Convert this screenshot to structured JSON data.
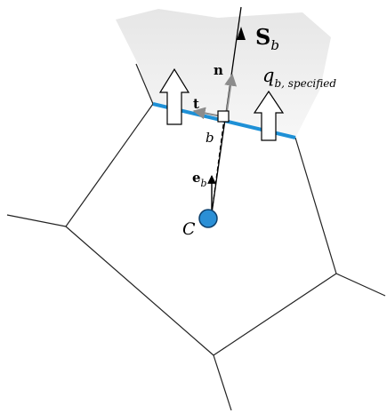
{
  "labels": {
    "surface_vector": "S",
    "surface_vector_sub": "b",
    "normal": "n",
    "tangent": "t",
    "flux": "q",
    "flux_sub": "b, specified",
    "boundary_point": "b",
    "e_vector": "e",
    "e_vector_sub": "b",
    "centroid": "C"
  },
  "colors": {
    "boundary_face": "#1e90d6",
    "centroid_fill": "#2a8fd6",
    "ghost_region": "#eeeeee",
    "cell_edges": "#222222",
    "grey_arrows": "#8c8c8c"
  },
  "icons": {
    "flux_arrow": "hollow-up-arrow"
  }
}
